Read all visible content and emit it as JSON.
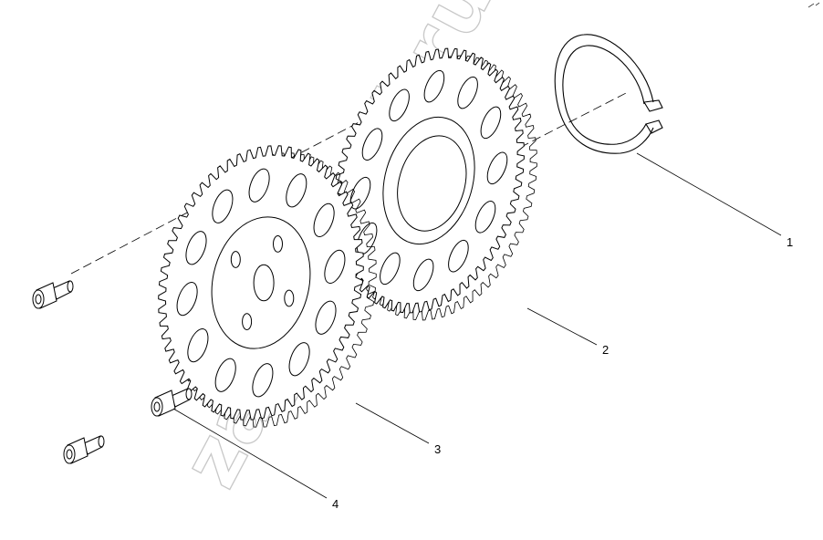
{
  "diagram": {
    "callouts": [
      {
        "id": "1",
        "label": "1",
        "part": "retaining-ring"
      },
      {
        "id": "2",
        "label": "2",
        "part": "rear-gear"
      },
      {
        "id": "3",
        "label": "3",
        "part": "front-gear"
      },
      {
        "id": "4",
        "label": "4",
        "part": "bolt"
      }
    ]
  },
  "watermark": {
    "text": "zapchasti.ru"
  },
  "colors": {
    "line": "#000000",
    "watermark": "#c8c8c8",
    "background": "#ffffff"
  }
}
